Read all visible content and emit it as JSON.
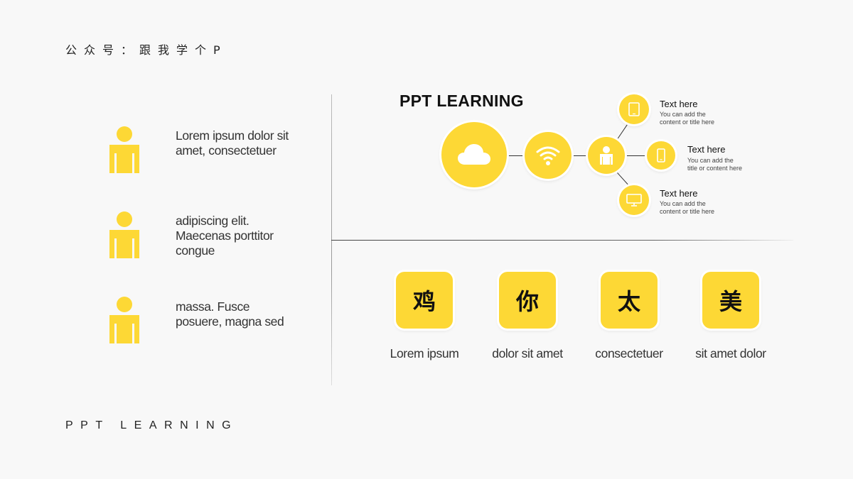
{
  "header": {
    "text": "公众号：跟我学个P"
  },
  "footer": {
    "text": "PPT LEARNING"
  },
  "left_items": [
    {
      "text": "Lorem ipsum dolor sit amet, consectetuer"
    },
    {
      "text": "adipiscing elit. Maecenas porttitor congue"
    },
    {
      "text": "massa. Fusce posuere, magna sed"
    }
  ],
  "diagram": {
    "title": "PPT LEARNING",
    "nodes": [
      {
        "title": "Text here",
        "desc": "You can add the content or title here"
      },
      {
        "title": "Text here",
        "desc": "You can add the title or content here"
      },
      {
        "title": "Text here",
        "desc": "You can add the content or title here"
      }
    ]
  },
  "tiles": [
    {
      "char": "鸡",
      "label": "Lorem ipsum"
    },
    {
      "char": "你",
      "label": "dolor sit amet"
    },
    {
      "char": "太",
      "label": "consectetuer"
    },
    {
      "char": "美",
      "label": "sit amet dolor"
    }
  ],
  "colors": {
    "accent": "#fdd835",
    "background": "#f8f8f8",
    "text": "#222222"
  },
  "icons": [
    "person-icon",
    "cloud-icon",
    "wifi-icon",
    "user-icon",
    "tablet-icon",
    "phone-icon",
    "monitor-icon"
  ]
}
